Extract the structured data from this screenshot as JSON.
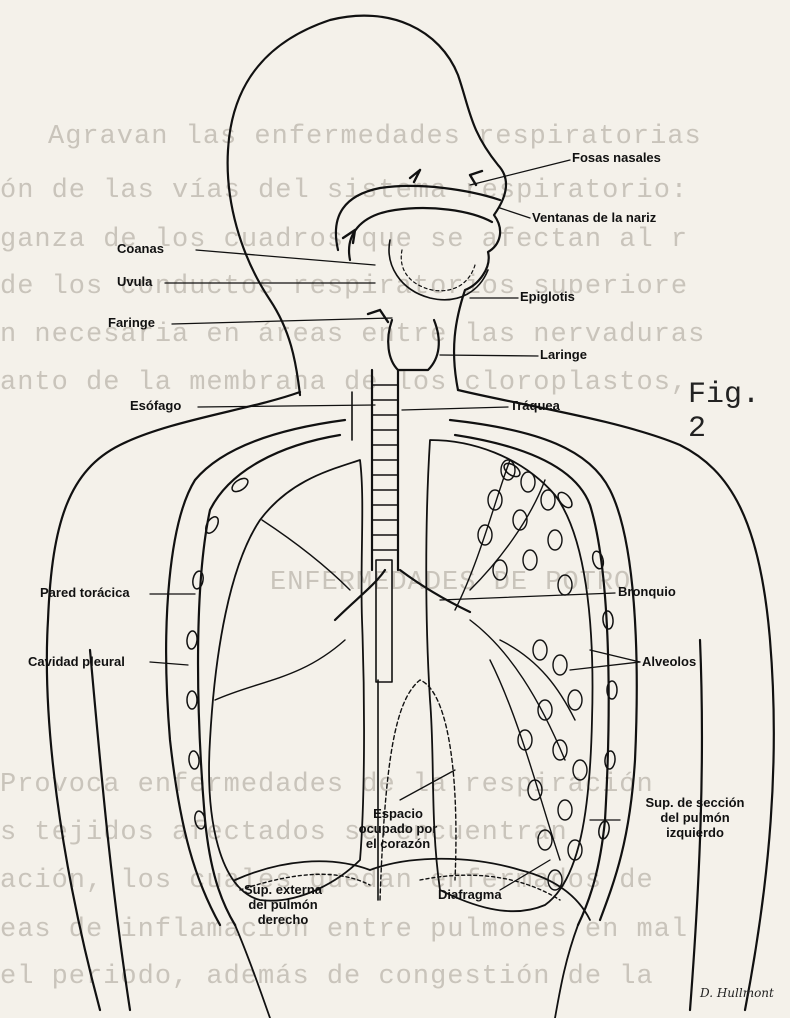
{
  "figure_label": "Fig. 2",
  "signature": "D. Hullmont",
  "labels": {
    "fosas_nasales": "Fosas nasales",
    "ventanas_nariz": "Ventanas de la nariz",
    "coanas": "Coanas",
    "uvula": "Uvula",
    "epiglotis": "Epiglotis",
    "faringe": "Faringe",
    "laringe": "Laringe",
    "esofago": "Esófago",
    "traquea": "Tráquea",
    "pared_toracica": "Pared torácica",
    "bronquio": "Bronquio",
    "cavidad_pleural": "Cavidad pleural",
    "alveolos": "Alveolos",
    "espacio_line1": "Espacio",
    "espacio_line2": "ocupado por",
    "espacio_line3": "el corazón",
    "seccion_line1": "Sup. de sección",
    "seccion_line2": "del pulmón",
    "seccion_line3": "izquierdo",
    "externa_line1": "Sup. externa",
    "externa_line2": "del pulmón",
    "externa_line3": "derecho",
    "diafragma": "Diafragma"
  },
  "background_text": [
    "Agravan las enfermedades respiratorias",
    "ón de las vías del sistema respiratorio:",
    "ganza de los cuadros que se afectan al r",
    "de los conductos respiratorios superiore",
    "n necesaria en áreas entre las nervaduras",
    "anto de la membrana de los cloroplastos,",
    "ENFERMEDADES DE POTRO",
    "Provoca enfermedades de la respiración",
    "s tejidos afectados se encuentran",
    "ación, los cuales quedan enfermados de",
    "eas de inflamación entre pulmones en mal",
    "el periodo, además de congestión de la"
  ]
}
